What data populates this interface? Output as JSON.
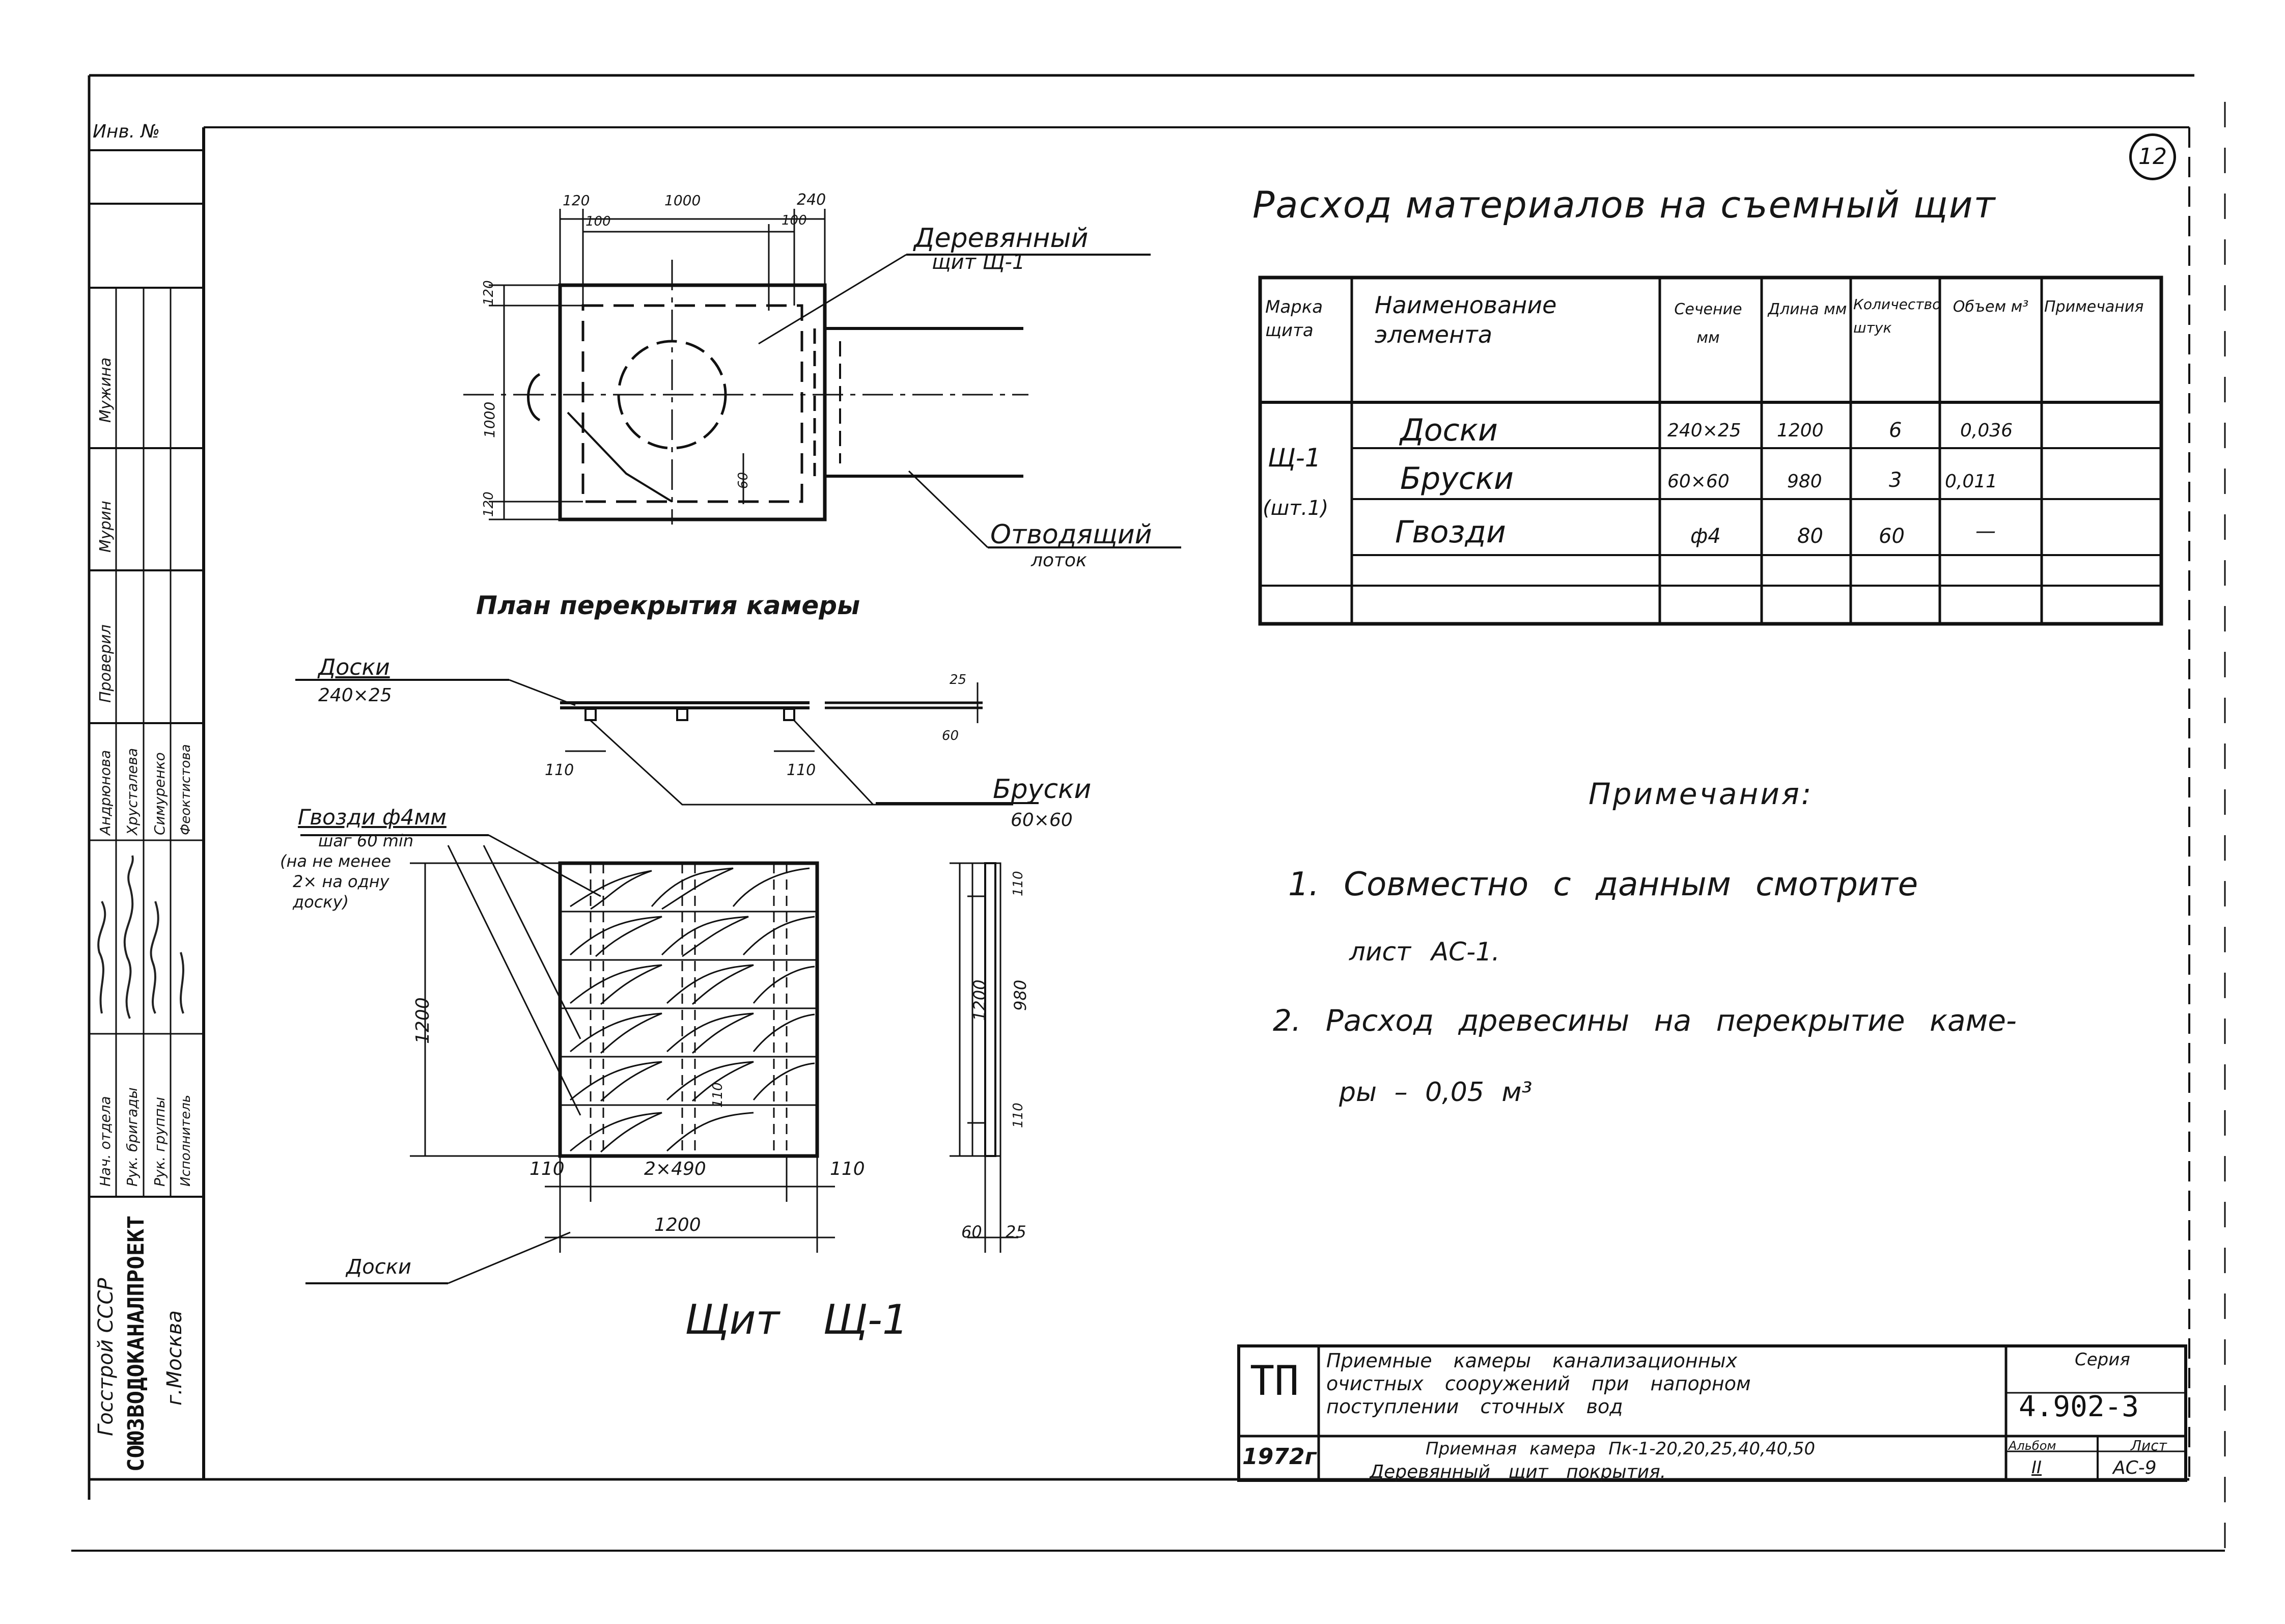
{
  "sheet": {
    "number": "12",
    "left_strip_header": "Инв. №",
    "margin_roles": [
      "Мужина",
      "Мурин",
      "Проверил"
    ],
    "org": {
      "line1": "Госстрой СССР",
      "line2": "СОЮЗВОДОКАНАЛПРОЕКТ",
      "line3": "г.Москва"
    },
    "signatures": {
      "roles": [
        "Нач. отдела",
        "Рук. бригады",
        "Рук. группы",
        "Исполнитель"
      ],
      "names": [
        "Андрюнова",
        "Хрусталева",
        "Симуренко",
        "Феоктистова"
      ]
    }
  },
  "plan": {
    "title": "План перекрытия камеры",
    "dims_top": [
      "120",
      "1000",
      "240",
      "100",
      "100"
    ],
    "dims_left": [
      "120",
      "1000",
      "120"
    ],
    "dim_inner": "60",
    "label_shield": "Деревянный",
    "label_shield_sub": "щит Щ-1",
    "label_tray": "Отводящий",
    "label_tray_sub": "лоток"
  },
  "section": {
    "label_boards": "Доски",
    "label_boards_size": "240×25",
    "label_bars": "Бруски",
    "label_bars_size": "60×60",
    "dims": [
      "110",
      "110",
      "25",
      "60"
    ]
  },
  "shield": {
    "title": "Щит Щ-1",
    "label_nails": "Гвозди ф4мм",
    "label_nails_note": [
      "шаг 60 min",
      "(на не менее",
      "2× на одну",
      "доску)"
    ],
    "dim_height": "1200",
    "dims_bottom": [
      "110",
      "2×490",
      "110"
    ],
    "dim_total": "1200",
    "dim_mid": "110",
    "label_boards_bottom": "Доски",
    "side_dims": [
      "110",
      "980",
      "110",
      "1200"
    ],
    "side_bottom": [
      "60",
      "25"
    ]
  },
  "materials": {
    "title": "Расход материалов на съемный щит",
    "headers": [
      "Марка щита",
      "Наименование элемента",
      "Сечение мм",
      "Длина мм",
      "Количество штук",
      "Объем м³",
      "Примечания"
    ],
    "mark": "Щ-1",
    "mark_qty": "(шт.1)",
    "rows": [
      {
        "name": "Доски",
        "section": "240×25",
        "length": "1200",
        "qty": "6",
        "volume": "0,036",
        "note": ""
      },
      {
        "name": "Бруски",
        "section": "60×60",
        "length": "980",
        "qty": "3",
        "volume": "0,011",
        "note": ""
      },
      {
        "name": "Гвозди",
        "section": "ф4",
        "length": "80",
        "qty": "60",
        "volume": "—",
        "note": ""
      }
    ]
  },
  "notes": {
    "title": "Примечания:",
    "items": [
      "1. Совместно с данным смотрите",
      "лист АС-1.",
      "2. Расход древесины на перекрытие каме-",
      "ры – 0,05 м³"
    ]
  },
  "title_block": {
    "td": "ТП",
    "year": "1972г",
    "project": [
      "Приемные камеры канализационных",
      "очистных сооружений при напорном",
      "поступлении сточных вод"
    ],
    "drawing": "Приемная камера Пк-1-20,20,25,40,40,50",
    "drawing2": "Деревянный щит покрытия.",
    "series_label": "Серия",
    "series": "4.902-3",
    "album_label": "Альбом",
    "album": "II",
    "sheet_label": "Лист",
    "sheet": "АС-9"
  }
}
